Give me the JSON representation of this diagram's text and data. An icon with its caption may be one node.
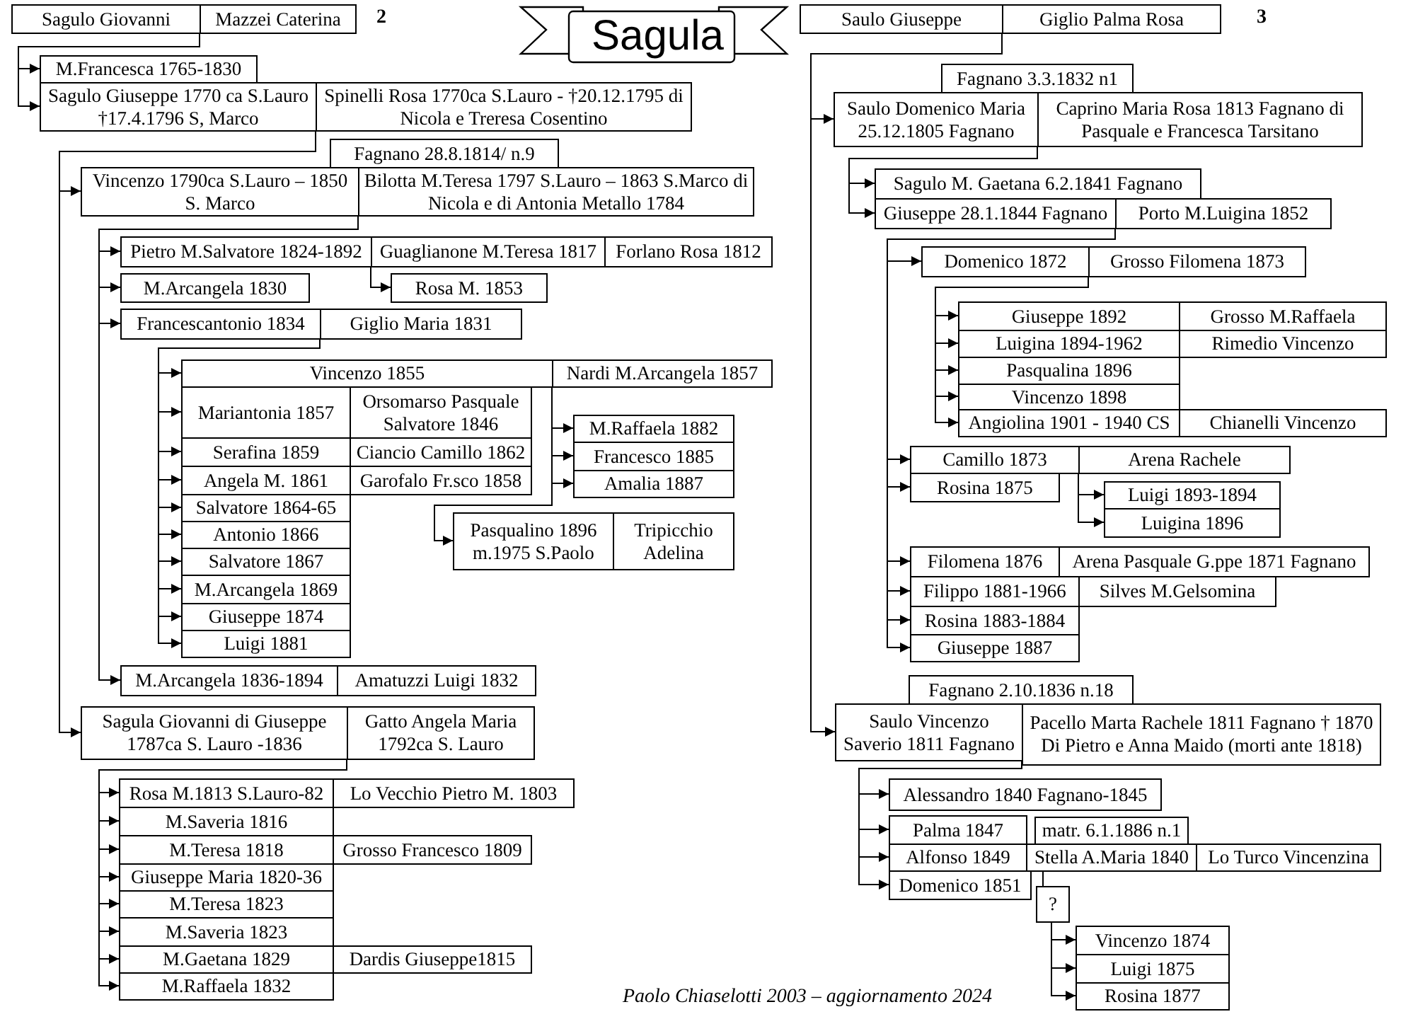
{
  "diagram": {
    "title": "Sagula",
    "caption": "Paolo Chiaselotti 2003 – aggiornamento 2024",
    "nodes": [
      {
        "text": [
          "Sagulo Giovanni"
        ]
      },
      {
        "text": [
          "Mazzei Caterina"
        ]
      },
      {
        "text": [
          "M.Francesca 1765-1830"
        ]
      },
      {
        "text": [
          "Sagulo Giuseppe 1770 ca S.Lauro †17.4.1796 S, Marco"
        ]
      },
      {
        "text": [
          "Spinelli Rosa 1770ca S.Lauro - †20.12.1795 di Nicola e Treresa Cosentino"
        ]
      },
      {
        "text": [
          "Fagnano 28.8.1814/ n.9"
        ]
      },
      {
        "text": [
          "Vincenzo 1790ca S.Lauro – 1850 S. Marco"
        ]
      },
      {
        "text": [
          "Bilotta M.Teresa 1797 S.Lauro – 1863 S.Marco di Nicola e di Antonia Metallo 1784"
        ]
      },
      {
        "text": [
          "Pietro M.Salvatore 1824-1892"
        ]
      },
      {
        "text": [
          "Guaglianone M.Teresa 1817"
        ]
      },
      {
        "text": [
          "Forlano Rosa 1812"
        ]
      },
      {
        "text": [
          "M.Arcangela 1830"
        ]
      },
      {
        "text": [
          "Rosa M. 1853"
        ]
      },
      {
        "text": [
          "Francescantonio 1834"
        ]
      },
      {
        "text": [
          "Giglio Maria 1831"
        ]
      },
      {
        "text": [
          "Vincenzo 1855"
        ]
      },
      {
        "text": [
          "Nardi M.Arcangela 1857"
        ]
      },
      {
        "text": [
          "Mariantonia 1857"
        ]
      },
      {
        "text": [
          "Orsomarso Pasquale Salvatore 1846"
        ]
      },
      {
        "text": [
          "Serafina 1859"
        ]
      },
      {
        "text": [
          "Ciancio Camillo 1862"
        ]
      },
      {
        "text": [
          "Angela M. 1861"
        ]
      },
      {
        "text": [
          "Garofalo Fr.sco 1858"
        ]
      },
      {
        "text": [
          "Salvatore 1864-65"
        ]
      },
      {
        "text": [
          "Antonio 1866"
        ]
      },
      {
        "text": [
          "Salvatore 1867"
        ]
      },
      {
        "text": [
          "M.Arcangela 1869"
        ]
      },
      {
        "text": [
          "Giuseppe 1874"
        ]
      },
      {
        "text": [
          "Luigi 1881"
        ]
      },
      {
        "text": [
          "M.Raffaela 1882"
        ]
      },
      {
        "text": [
          "Francesco 1885"
        ]
      },
      {
        "text": [
          "Amalia 1887"
        ]
      },
      {
        "text": [
          "Pasqualino 1896 m.1975 S.Paolo"
        ]
      },
      {
        "text": [
          "Tripicchio Adelina"
        ]
      },
      {
        "text": [
          "M.Arcangela 1836-1894"
        ]
      },
      {
        "text": [
          "Amatuzzi Luigi 1832"
        ]
      },
      {
        "text": [
          "Sagula Giovanni di Giuseppe 1787ca S. Lauro -1836"
        ]
      },
      {
        "text": [
          "Gatto Angela Maria 1792ca S. Lauro"
        ]
      },
      {
        "text": [
          "Rosa M.1813 S.Lauro-82"
        ]
      },
      {
        "text": [
          "Lo Vecchio Pietro M. 1803"
        ]
      },
      {
        "text": [
          "M.Saveria 1816"
        ]
      },
      {
        "text": [
          "M.Teresa 1818"
        ]
      },
      {
        "text": [
          "Grosso Francesco 1809"
        ]
      },
      {
        "text": [
          "Giuseppe Maria 1820-36"
        ]
      },
      {
        "text": [
          "M.Teresa 1823"
        ]
      },
      {
        "text": [
          "M.Saveria 1823"
        ]
      },
      {
        "text": [
          "M.Gaetana 1829"
        ]
      },
      {
        "text": [
          "Dardis Giuseppe1815"
        ]
      },
      {
        "text": [
          "M.Raffaela 1832"
        ]
      },
      {
        "text": [
          "Saulo Giuseppe"
        ]
      },
      {
        "text": [
          "Giglio Palma Rosa"
        ]
      },
      {
        "text": [
          "Fagnano 3.3.1832 n1"
        ]
      },
      {
        "text": [
          "Saulo Domenico Maria 25.12.1805 Fagnano"
        ]
      },
      {
        "text": [
          "Caprino Maria Rosa 1813 Fagnano di Pasquale e Francesca Tarsitano"
        ]
      },
      {
        "text": [
          "Sagulo M. Gaetana 6.2.1841 Fagnano"
        ]
      },
      {
        "text": [
          "Giuseppe 28.1.1844 Fagnano"
        ]
      },
      {
        "text": [
          "Porto M.Luigina 1852"
        ]
      },
      {
        "text": [
          "Domenico 1872"
        ]
      },
      {
        "text": [
          "Grosso Filomena 1873"
        ]
      },
      {
        "text": [
          "Giuseppe 1892"
        ]
      },
      {
        "text": [
          "Grosso M.Raffaela"
        ]
      },
      {
        "text": [
          "Luigina 1894-1962"
        ]
      },
      {
        "text": [
          "Rimedio Vincenzo"
        ]
      },
      {
        "text": [
          "Pasqualina 1896"
        ]
      },
      {
        "text": [
          "Vincenzo 1898"
        ]
      },
      {
        "text": [
          "Angiolina 1901 - 1940 CS"
        ]
      },
      {
        "text": [
          "Chianelli Vincenzo"
        ]
      },
      {
        "text": [
          "Camillo 1873"
        ]
      },
      {
        "text": [
          "Arena Rachele"
        ]
      },
      {
        "text": [
          "Rosina 1875"
        ]
      },
      {
        "text": [
          "Luigi 1893-1894"
        ]
      },
      {
        "text": [
          "Luigina 1896"
        ]
      },
      {
        "text": [
          "Filomena 1876"
        ]
      },
      {
        "text": [
          "Arena Pasquale G.ppe 1871 Fagnano"
        ]
      },
      {
        "text": [
          "Filippo 1881-1966"
        ]
      },
      {
        "text": [
          "Silves M.Gelsomina"
        ]
      },
      {
        "text": [
          "Rosina 1883-1884"
        ]
      },
      {
        "text": [
          "Giuseppe 1887"
        ]
      },
      {
        "text": [
          "Fagnano 2.10.1836 n.18"
        ]
      },
      {
        "text": [
          "Saulo Vincenzo Saverio 1811 Fagnano"
        ]
      },
      {
        "text": [
          "Pacello Marta Rachele 1811 Fagnano † 1870 Di Pietro e Anna Maido (morti ante 1818)"
        ]
      },
      {
        "text": [
          "Alessandro 1840 Fagnano-1845"
        ]
      },
      {
        "text": [
          "Palma 1847"
        ]
      },
      {
        "text": [
          "matr. 6.1.1886 n.1"
        ]
      },
      {
        "text": [
          "Alfonso 1849"
        ]
      },
      {
        "text": [
          "Stella A.Maria 1840"
        ]
      },
      {
        "text": [
          "Lo Turco Vincenzina"
        ]
      },
      {
        "text": [
          "Domenico 1851"
        ]
      },
      {
        "text": [
          "?"
        ]
      },
      {
        "text": [
          "Vincenzo 1874"
        ]
      },
      {
        "text": [
          "Luigi 1875"
        ]
      },
      {
        "text": [
          "Rosina 1877"
        ]
      }
    ],
    "edges": [
      {
        "from": 0,
        "to": 2,
        "arrow": "to"
      },
      {
        "from": 0,
        "to": 3,
        "arrow": "to"
      },
      {
        "from": 3,
        "to": 6,
        "arrow": "to"
      },
      {
        "from": 3,
        "to": 36,
        "arrow": "to"
      },
      {
        "from": 6,
        "to": 8,
        "arrow": "to"
      },
      {
        "from": 6,
        "to": 11,
        "arrow": "to"
      },
      {
        "from": 6,
        "to": 13,
        "arrow": "to"
      },
      {
        "from": 6,
        "to": 34,
        "arrow": "to"
      },
      {
        "from": 8,
        "to": 12,
        "arrow": "to"
      },
      {
        "from": 13,
        "to": 15,
        "arrow": "to"
      },
      {
        "from": 13,
        "to": 17,
        "arrow": "to"
      },
      {
        "from": 13,
        "to": 19,
        "arrow": "to"
      },
      {
        "from": 13,
        "to": 21,
        "arrow": "to"
      },
      {
        "from": 13,
        "to": 23,
        "arrow": "to"
      },
      {
        "from": 13,
        "to": 24,
        "arrow": "to"
      },
      {
        "from": 13,
        "to": 25,
        "arrow": "to"
      },
      {
        "from": 13,
        "to": 26,
        "arrow": "to"
      },
      {
        "from": 13,
        "to": 27,
        "arrow": "to"
      },
      {
        "from": 13,
        "to": 28,
        "arrow": "to"
      },
      {
        "from": 15,
        "to": 29,
        "arrow": "to"
      },
      {
        "from": 15,
        "to": 30,
        "arrow": "to"
      },
      {
        "from": 15,
        "to": 31,
        "arrow": "to"
      },
      {
        "from": 15,
        "to": 32,
        "arrow": "to"
      },
      {
        "from": 36,
        "to": 38,
        "arrow": "to"
      },
      {
        "from": 36,
        "to": 40,
        "arrow": "to"
      },
      {
        "from": 36,
        "to": 41,
        "arrow": "to"
      },
      {
        "from": 36,
        "to": 43,
        "arrow": "to"
      },
      {
        "from": 36,
        "to": 44,
        "arrow": "to"
      },
      {
        "from": 36,
        "to": 45,
        "arrow": "to"
      },
      {
        "from": 36,
        "to": 46,
        "arrow": "to"
      },
      {
        "from": 36,
        "to": 48,
        "arrow": "to"
      },
      {
        "from": 49,
        "to": 52,
        "arrow": "to"
      },
      {
        "from": 49,
        "to": 79,
        "arrow": "to"
      },
      {
        "from": 52,
        "to": 54,
        "arrow": "to"
      },
      {
        "from": 52,
        "to": 55,
        "arrow": "to"
      },
      {
        "from": 55,
        "to": 57,
        "arrow": "to"
      },
      {
        "from": 55,
        "to": 67,
        "arrow": "to"
      },
      {
        "from": 55,
        "to": 69,
        "arrow": "to"
      },
      {
        "from": 55,
        "to": 72,
        "arrow": "to"
      },
      {
        "from": 55,
        "to": 74,
        "arrow": "to"
      },
      {
        "from": 55,
        "to": 76,
        "arrow": "to"
      },
      {
        "from": 55,
        "to": 77,
        "arrow": "to"
      },
      {
        "from": 57,
        "to": 59,
        "arrow": "to"
      },
      {
        "from": 57,
        "to": 61,
        "arrow": "to"
      },
      {
        "from": 57,
        "to": 63,
        "arrow": "to"
      },
      {
        "from": 57,
        "to": 64,
        "arrow": "to"
      },
      {
        "from": 57,
        "to": 65,
        "arrow": "to"
      },
      {
        "from": 67,
        "to": 70,
        "arrow": "to"
      },
      {
        "from": 67,
        "to": 71,
        "arrow": "to"
      },
      {
        "from": 79,
        "to": 81,
        "arrow": "to"
      },
      {
        "from": 79,
        "to": 82,
        "arrow": "to"
      },
      {
        "from": 79,
        "to": 84,
        "arrow": "to"
      },
      {
        "from": 79,
        "to": 87,
        "arrow": "to"
      },
      {
        "from": 85,
        "to": 88,
        "arrow": "none"
      },
      {
        "from": 88,
        "to": 89,
        "arrow": "to"
      },
      {
        "from": 88,
        "to": 90,
        "arrow": "to"
      },
      {
        "from": 88,
        "to": 91,
        "arrow": "to"
      }
    ],
    "labels": [
      "2",
      "3"
    ]
  }
}
